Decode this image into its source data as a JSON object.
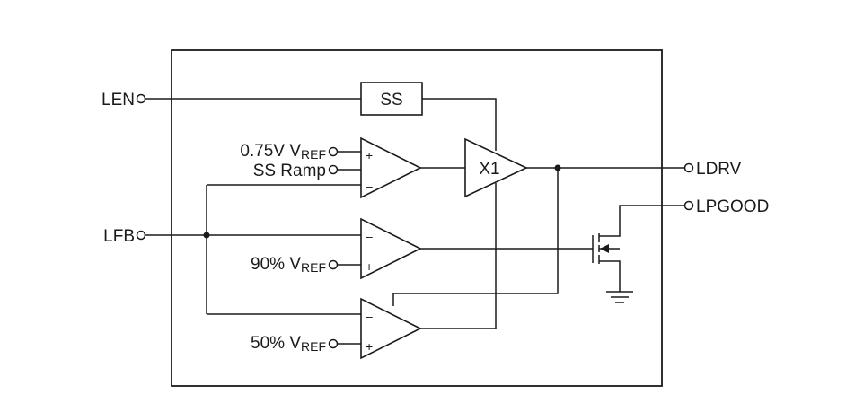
{
  "pins": {
    "len": "LEN",
    "lfb": "LFB",
    "ldrv": "LDRV",
    "lpgood": "LPGOOD"
  },
  "blocks": {
    "ss": "SS",
    "x1": "X1"
  },
  "inputs": {
    "vref_075_main": "0.75V V",
    "vref_075_sub": "REF",
    "ss_ramp": "SS Ramp",
    "vref_90_main": "90% V",
    "vref_90_sub": "REF",
    "vref_50_main": "50% V",
    "vref_50_sub": "REF"
  },
  "signs": {
    "plus": "+",
    "minus": "–"
  }
}
